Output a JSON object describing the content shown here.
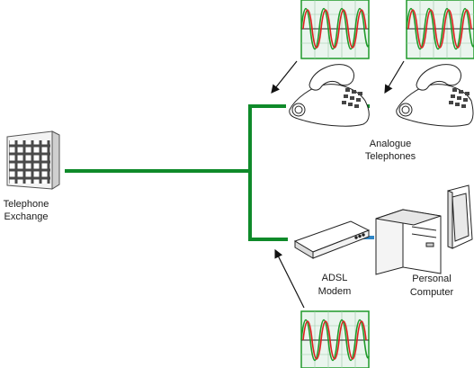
{
  "labels": {
    "exchange_line1": "Telephone",
    "exchange_line2": "Exchange",
    "phones_line1": "Analogue",
    "phones_line2": "Telephones",
    "modem_line1": "ADSL",
    "modem_line2": "Modem",
    "pc_line1": "Personal",
    "pc_line2": "Computer"
  },
  "colors": {
    "line_green": "#0f8a2a",
    "line_blue": "#2f86c6",
    "signal_red": "#e02020",
    "signal_green": "#1f9a2a",
    "scope_bg": "#eaf5ee",
    "scope_grid": "#9ac7a6"
  },
  "icons": {
    "exchange": "building-icon",
    "phone": "telephone-icon",
    "modem": "modem-icon",
    "pc": "computer-icon",
    "scope": "waveform-display-icon"
  }
}
